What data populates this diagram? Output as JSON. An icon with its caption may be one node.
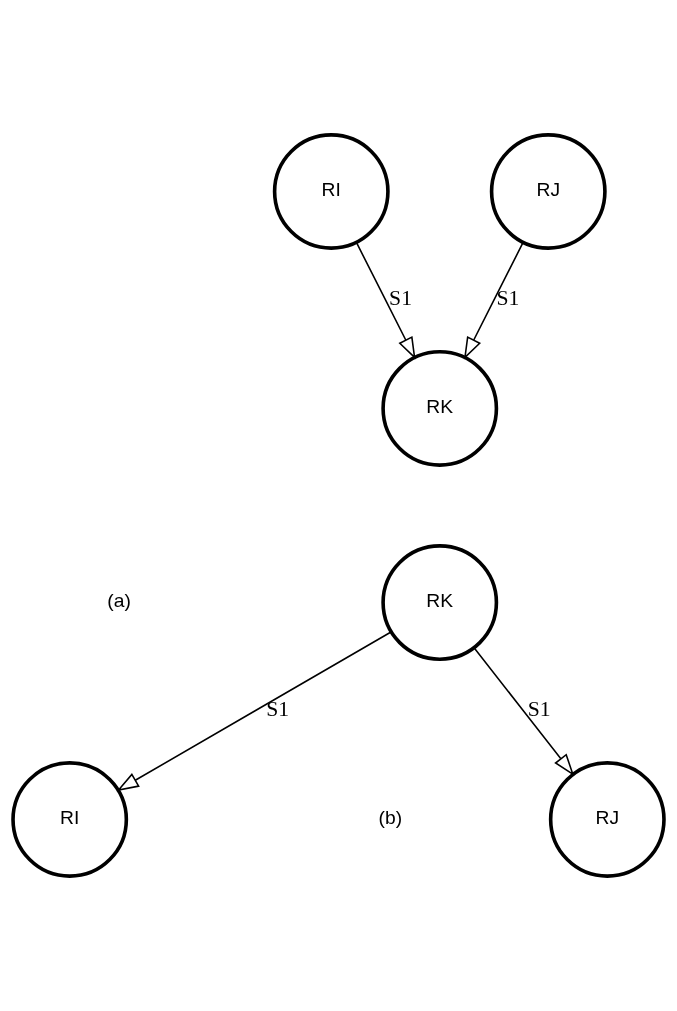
{
  "diagram": {
    "nodes": [
      {
        "text": [
          "RI"
        ]
      },
      {
        "text": [
          "RJ"
        ]
      },
      {
        "text": [
          "RK"
        ]
      },
      {
        "text": [
          "RK"
        ]
      },
      {
        "text": [
          "RI"
        ]
      },
      {
        "text": [
          "RJ"
        ]
      }
    ],
    "edges": [
      {
        "from": 0,
        "to": 2,
        "arrow": "to",
        "label": "S1"
      },
      {
        "from": 1,
        "to": 2,
        "arrow": "to",
        "label": "S1"
      },
      {
        "from": 3,
        "to": 4,
        "arrow": "to",
        "label": "S1"
      },
      {
        "from": 3,
        "to": 5,
        "arrow": "to",
        "label": "S1"
      }
    ],
    "labels": [
      "(a)",
      "(b)"
    ]
  }
}
